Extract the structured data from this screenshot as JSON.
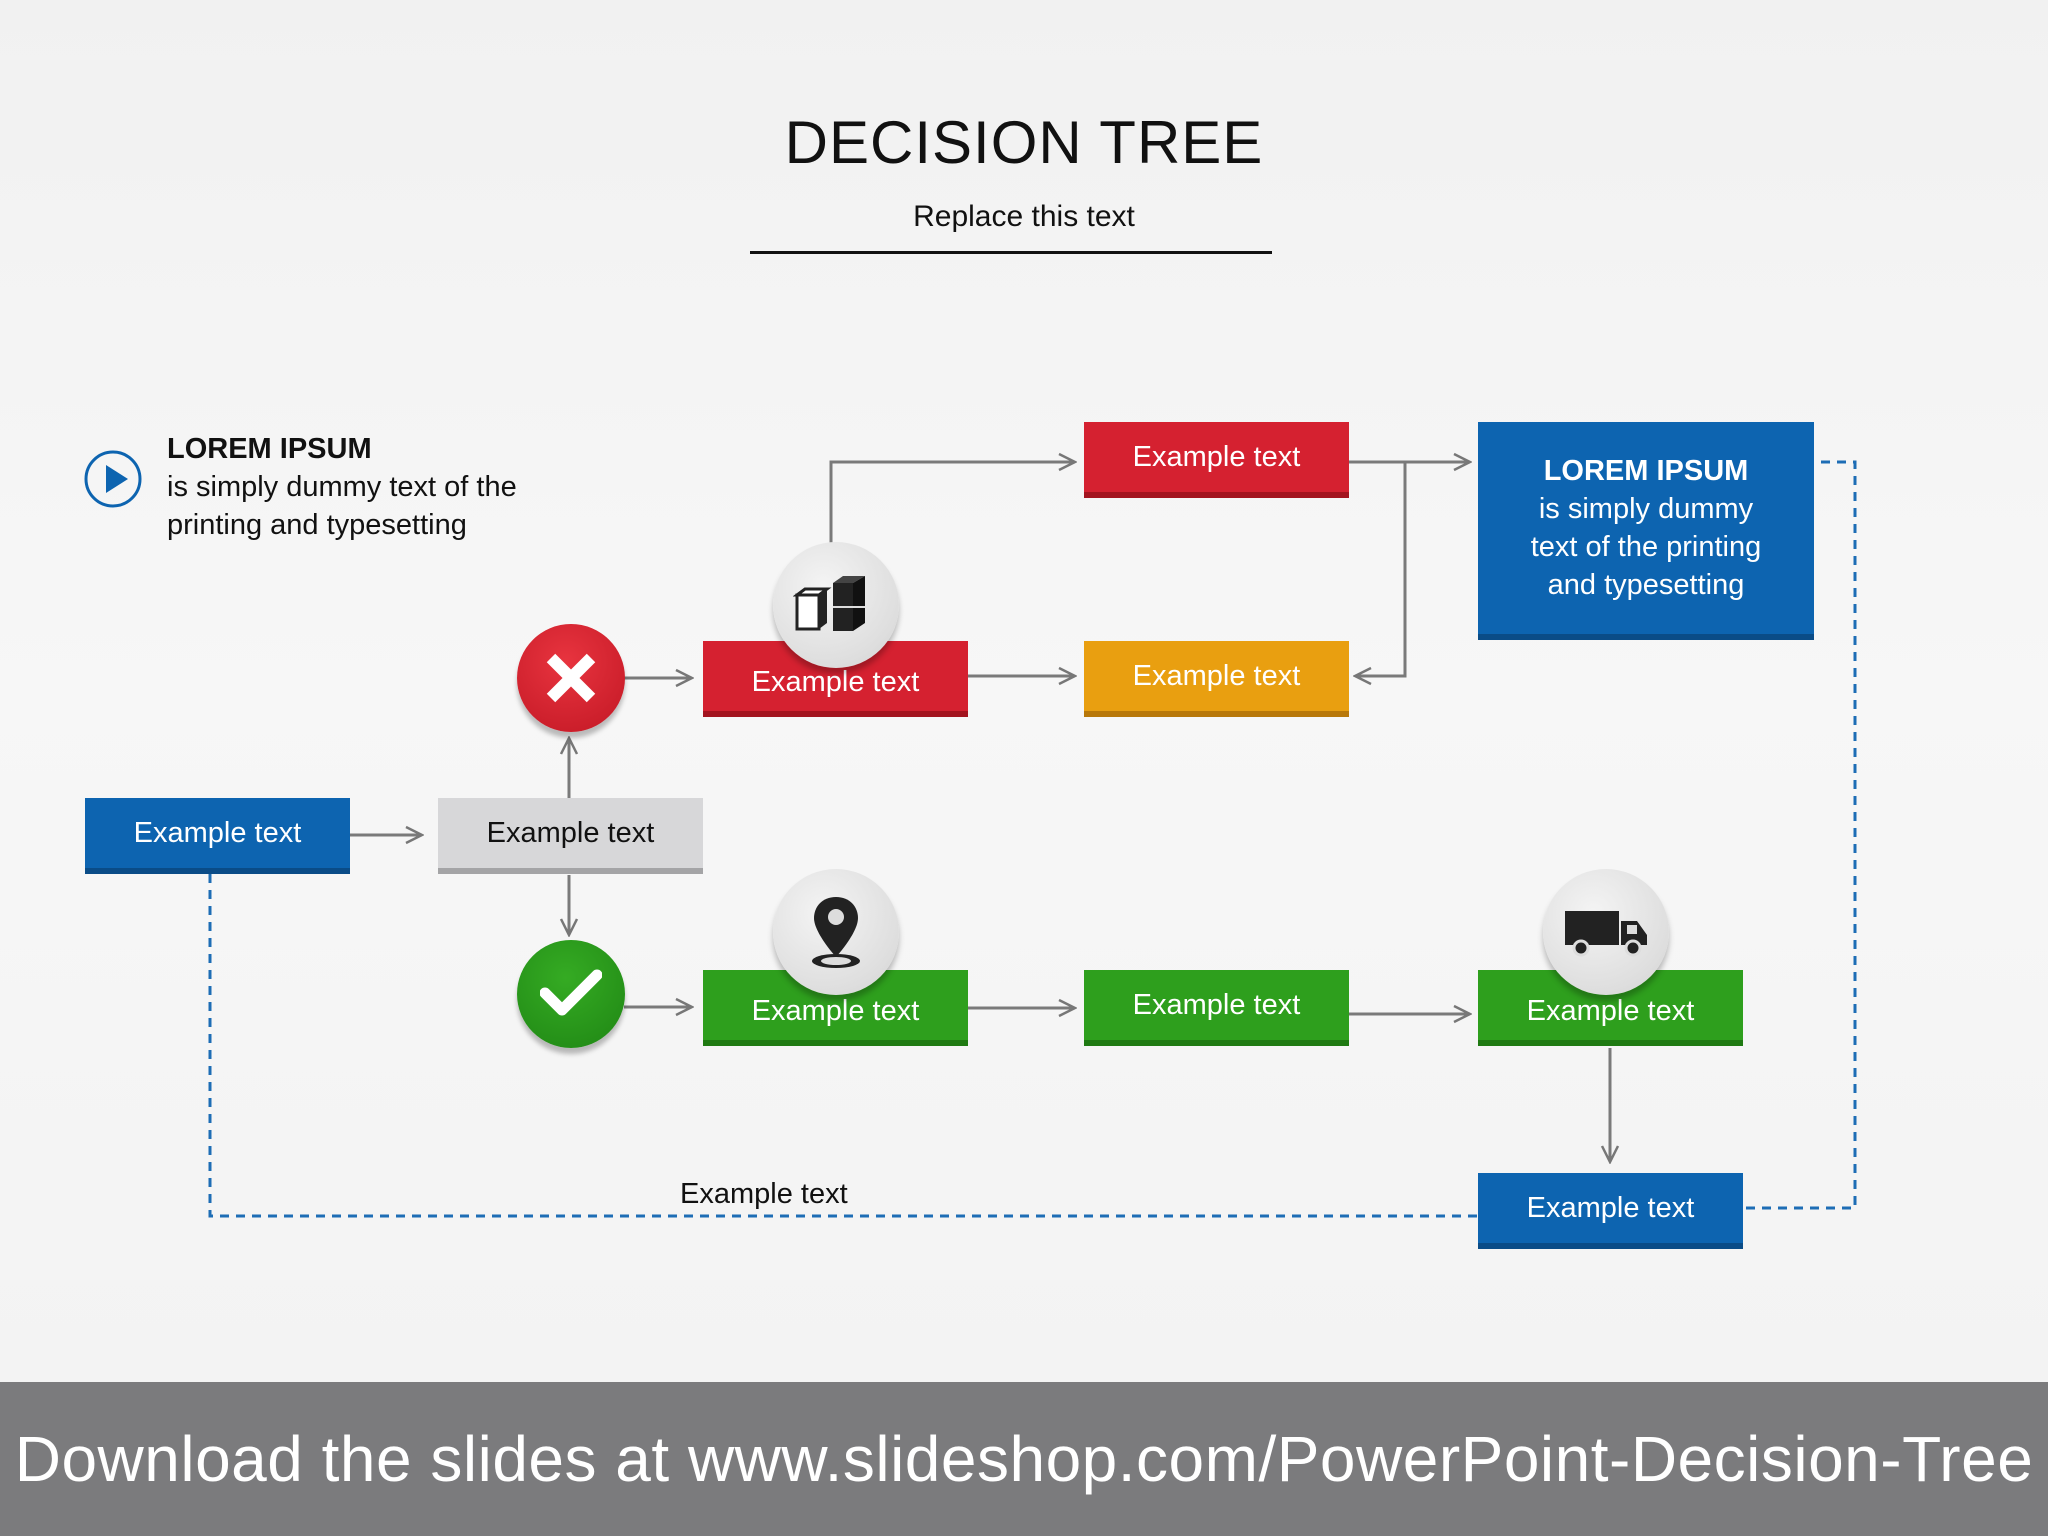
{
  "header": {
    "title": "DECISION TREE",
    "subtitle": "Replace this text"
  },
  "legend": {
    "heading": "LOREM IPSUM",
    "line1": "is simply dummy text of the",
    "line2": "printing and typesetting",
    "icon": "play-circle-icon"
  },
  "nodes": {
    "start": "Example text",
    "decision": "Example text",
    "no_branch": "Example text",
    "top_option": "Example text",
    "mid_option": "Example text",
    "yes_branch": "Example text",
    "yes_step2": "Example text",
    "yes_step3": "Example text",
    "final": "Example text"
  },
  "info_box": {
    "heading": "LOREM IPSUM",
    "line1": "is simply dummy",
    "line2": "text of the printing",
    "line3": "and typesetting"
  },
  "dashed_label": "Example text",
  "icons": [
    "cubes-icon",
    "map-pin-icon",
    "truck-icon",
    "x-icon",
    "check-icon"
  ],
  "colors": {
    "blue": "#0d64b0",
    "red": "#d52130",
    "orange": "#e99f10",
    "green": "#2e9f1d",
    "grey": "#d7d7d9"
  },
  "footer": {
    "text": "Download the slides at www.slideshop.com/PowerPoint-Decision-Tree"
  }
}
